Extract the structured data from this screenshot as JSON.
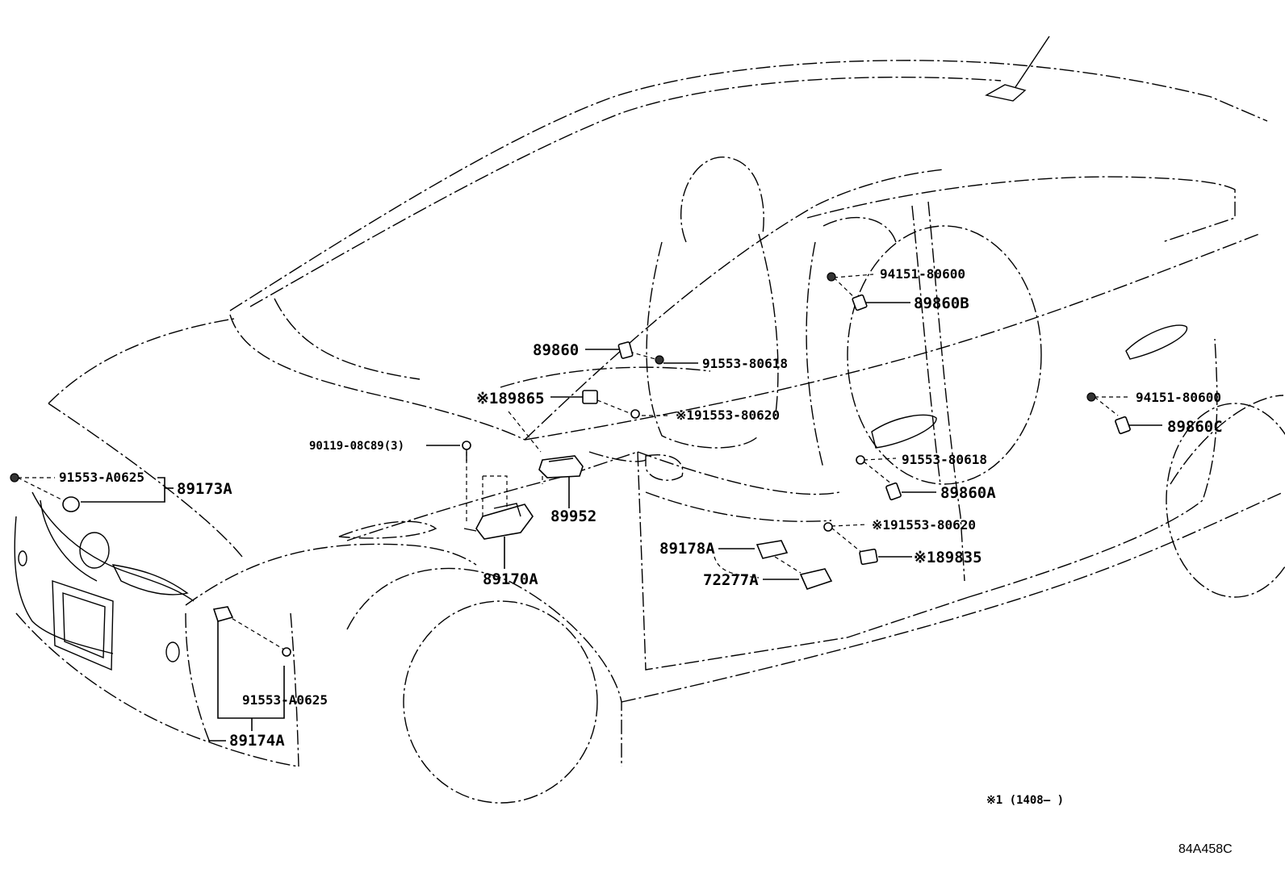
{
  "diagram": {
    "image_code": "84A458C",
    "footnote": "※1 (1408–      )",
    "labels": {
      "p94151_80600_top": "94151-80600",
      "p89860B": "89860B",
      "p89860": "89860",
      "p91553_80618_top": "91553-80618",
      "p189865": "※189865",
      "p191553_80620_top": "※191553-80620",
      "p90119": "90119-08C89(3)",
      "p91553_A0625_left": "91553-A0625",
      "p89173A": "89173A",
      "p89952": "89952",
      "p89170A": "89170A",
      "p94151_80600_right": "94151-80600",
      "p89860C": "89860C",
      "p91553_80618_mid": "91553-80618",
      "p89860A": "89860A",
      "p191553_80620_mid": "※191553-80620",
      "p189835": "※189835",
      "p89178A": "89178A",
      "p72277A": "72277A",
      "p91553_A0625_bottom": "91553-A0625",
      "p89174A": "89174A"
    }
  }
}
